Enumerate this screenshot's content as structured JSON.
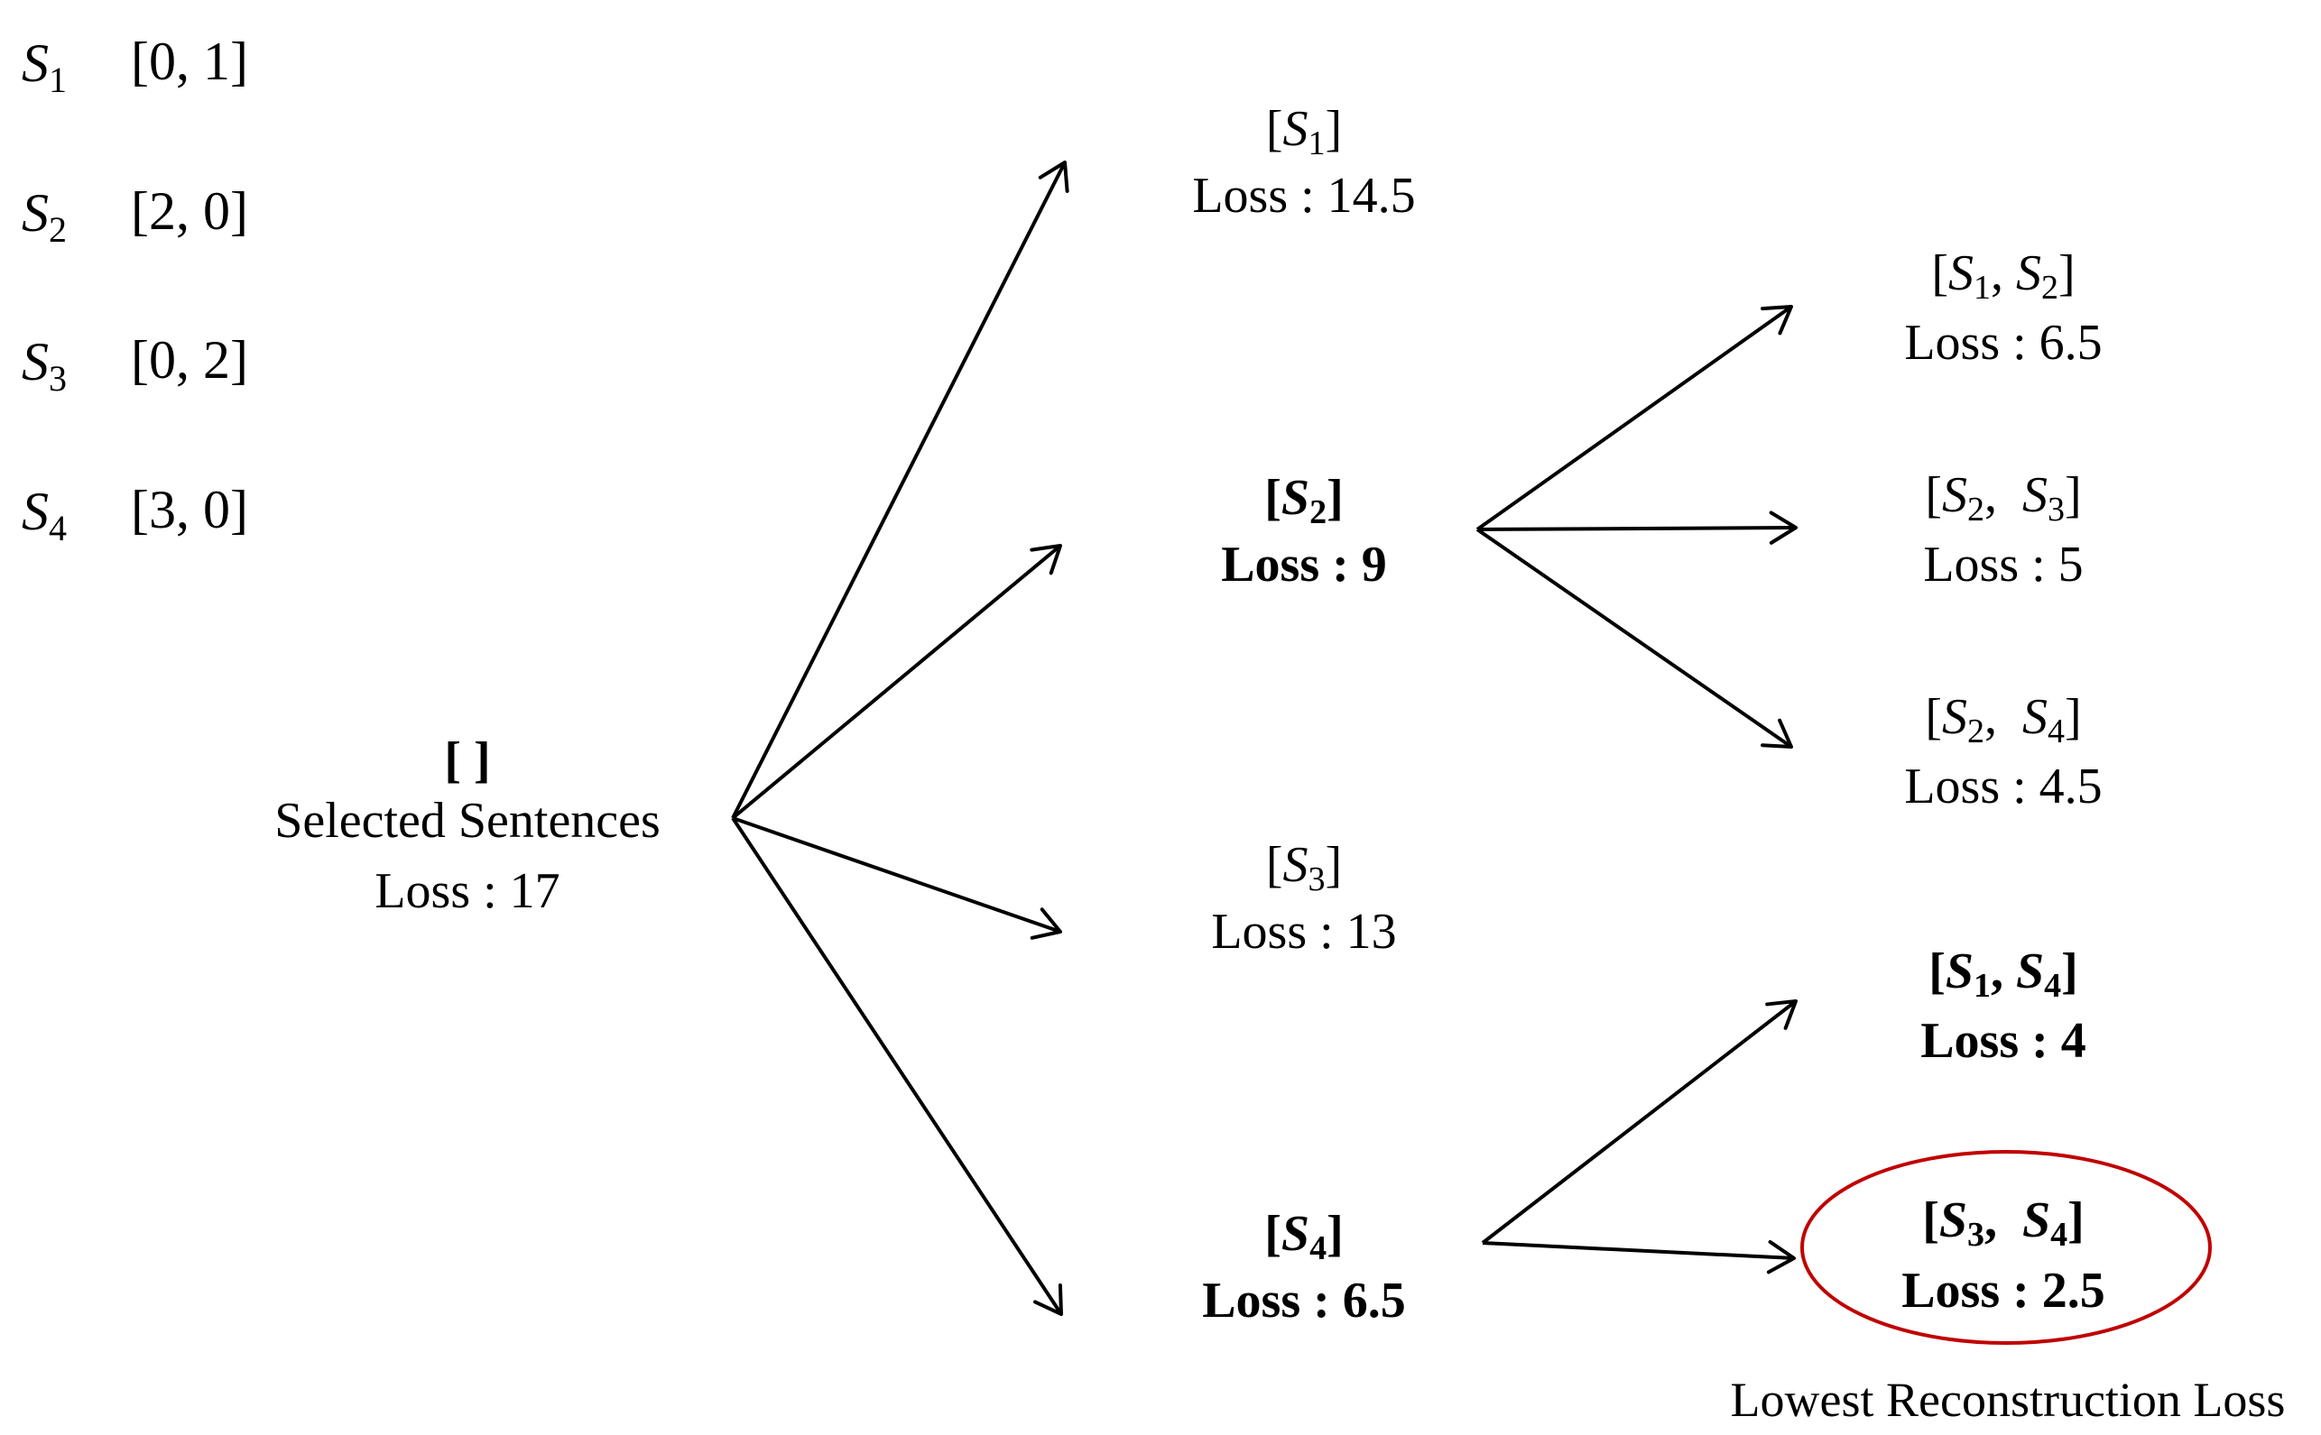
{
  "sentences": [
    {
      "name": "S",
      "index": "1",
      "vector": "[0, 1]"
    },
    {
      "name": "S",
      "index": "2",
      "vector": "[2, 0]"
    },
    {
      "name": "S",
      "index": "3",
      "vector": "[0, 2]"
    },
    {
      "name": "S",
      "index": "4",
      "vector": "[3, 0]"
    }
  ],
  "root": {
    "set_label": "[ ]",
    "caption": "Selected Sentences",
    "loss": "Loss : 17"
  },
  "level1": [
    {
      "open": "[",
      "s1": "S",
      "i1": "1",
      "close": "]",
      "loss": "Loss : 14.5",
      "highlight": false
    },
    {
      "open": "[",
      "s1": "S",
      "i1": "2",
      "close": "]",
      "loss": "Loss : 9",
      "highlight": true
    },
    {
      "open": "[",
      "s1": "S",
      "i1": "3",
      "close": "]",
      "loss": "Loss : 13",
      "highlight": false
    },
    {
      "open": "[",
      "s1": "S",
      "i1": "4",
      "close": "]",
      "loss": "Loss : 6.5",
      "highlight": true
    }
  ],
  "level2": [
    {
      "open": "[",
      "s1": "S",
      "i1": "1",
      "sep": ", ",
      "s2": "S",
      "i2": "2",
      "close": "]",
      "loss": "Loss : 6.5",
      "highlight": false
    },
    {
      "open": "[",
      "s1": "S",
      "i1": "2",
      "sep": ",  ",
      "s2": "S",
      "i2": "3",
      "close": "]",
      "loss": "Loss : 5",
      "highlight": false
    },
    {
      "open": "[",
      "s1": "S",
      "i1": "2",
      "sep": ",  ",
      "s2": "S",
      "i2": "4",
      "close": "]",
      "loss": "Loss : 4.5",
      "highlight": false
    },
    {
      "open": "[",
      "s1": "S",
      "i1": "1",
      "sep": ", ",
      "s2": "S",
      "i2": "4",
      "close": "]",
      "loss": "Loss : 4",
      "highlight": true
    },
    {
      "open": "[",
      "s1": "S",
      "i1": "3",
      "sep": ",  ",
      "s2": "S",
      "i2": "4",
      "close": "]",
      "loss": "Loss : 2.5",
      "highlight": true
    }
  ],
  "annotation": "Lowest Reconstruction Loss",
  "colors": {
    "arrow": "#000000",
    "highlight_circle": "#c00000"
  }
}
